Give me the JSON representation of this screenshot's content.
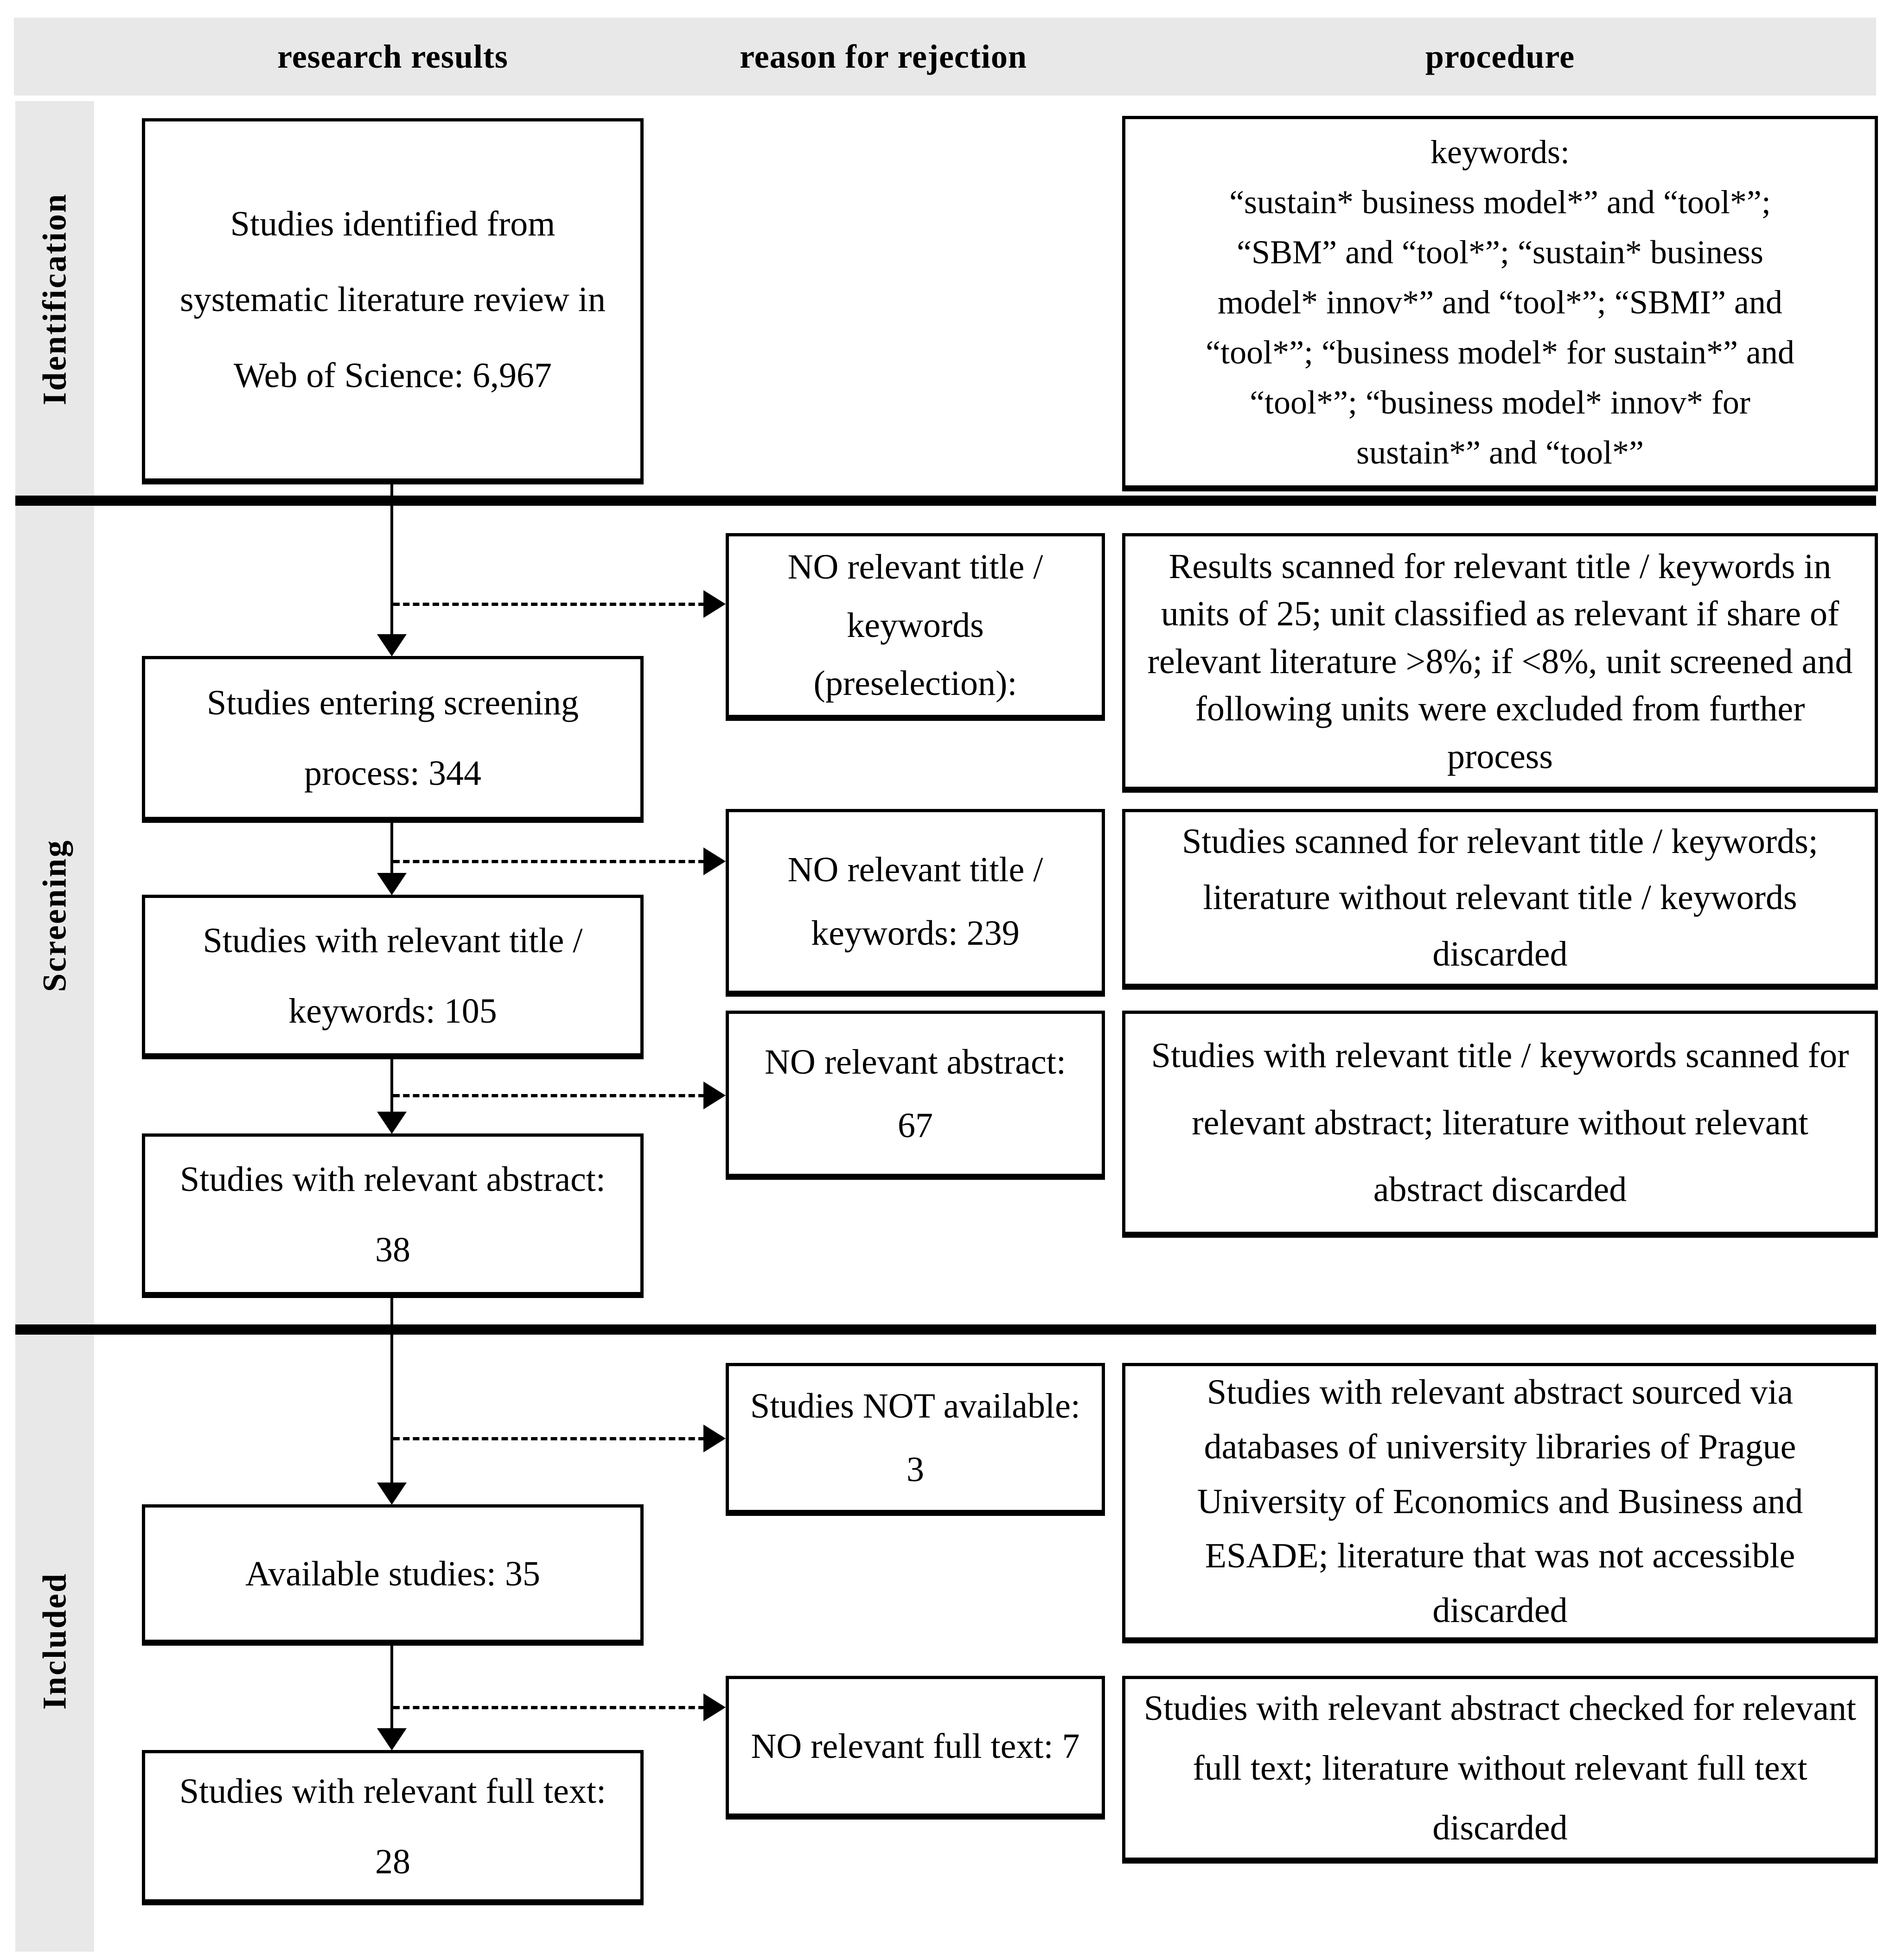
{
  "header": {
    "research_results": "research results",
    "reason_for_rejection": "reason for rejection",
    "procedure": "procedure"
  },
  "stages": {
    "identification": "Identification",
    "screening": "Screening",
    "included": "Included"
  },
  "results": {
    "identified": "Studies identified from systematic literature review in Web of Science: 6,967",
    "entering": "Studies entering screening process: 344",
    "title_keywords": "Studies with relevant title / keywords: 105",
    "abstract": "Studies with relevant abstract: 38",
    "available": "Available studies: 35",
    "full_text": "Studies with relevant full text: 28"
  },
  "rejections": {
    "preselection": "NO relevant title / keywords (preselection):",
    "title_keywords": "NO relevant title / keywords: 239",
    "abstract": "NO relevant abstract: 67",
    "not_available": "Studies NOT available: 3",
    "full_text": "NO relevant full text: 7"
  },
  "procedures": {
    "keywords": "keywords:\n“sustain* business model*” and “tool*”;\n“SBM” and “tool*”; “sustain* business\nmodel* innov*” and “tool*”; “SBMI” and\n“tool*”; “business model* for sustain*” and\n“tool*”; “business model* innov* for\nsustain*” and “tool*”",
    "unit_scan": "Results scanned for relevant title / keywords in units of 25; unit classified as relevant if share of relevant literature >8%; if <8%, unit screened and following units were excluded from further process",
    "title_scan": "Studies scanned for relevant title / keywords; literature without relevant title / keywords discarded",
    "abstract_scan": "Studies with relevant title / keywords scanned for relevant abstract; literature without relevant abstract discarded",
    "sourcing": "Studies with relevant abstract sourced via databases of university libraries of Prague University of Economics and Business and ESADE; literature that was not accessible discarded",
    "full_text_check": "Studies with relevant abstract checked for relevant full text; literature without relevant full text discarded"
  },
  "colors": {
    "band": "#e8e8e8",
    "line": "#000000",
    "box_background": "#ffffff",
    "text": "#000000"
  }
}
